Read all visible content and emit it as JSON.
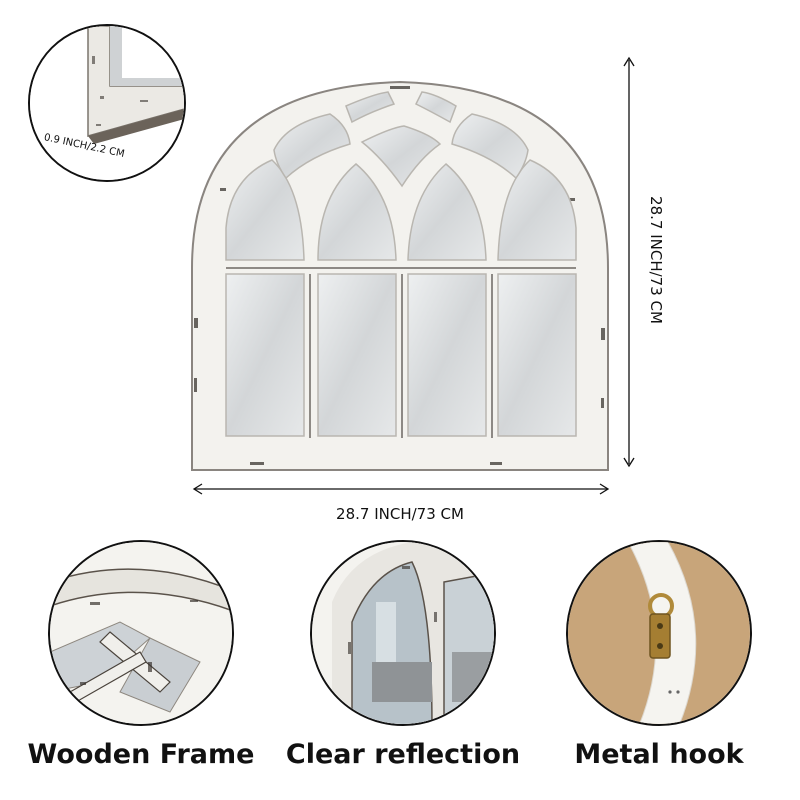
{
  "dimensions": {
    "width_label": "28.7 INCH/73 CM",
    "height_label": "28.7 INCH/73 CM",
    "thickness_label": "0.9 INCH/2.2 CM"
  },
  "features": [
    {
      "label": "Wooden Frame"
    },
    {
      "label": "Clear reflection"
    },
    {
      "label": "Metal hook"
    }
  ],
  "colors": {
    "frame": "#f3f2ee",
    "mirror": "#d9dcde",
    "distress": "#3a3530",
    "wall_backing": "#c8a57a",
    "hook": "#b08a3a"
  }
}
